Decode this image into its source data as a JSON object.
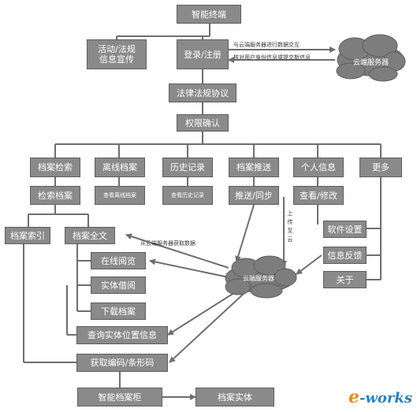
{
  "nodes": {
    "terminal": "智能终端",
    "promo": "活动/法规\n信息宣传",
    "login": "登录/注册",
    "cloud_top": "云端服务器",
    "agreement": "法律法规协议",
    "auth": "权限确认",
    "search": "档案检索",
    "offline": "离线档案",
    "history": "历史记录",
    "push": "档案推送",
    "personal": "个人信息",
    "more": "更多",
    "search_archive": "检索档案",
    "view_offline": "查看离线档案",
    "view_history": "查看历史记录",
    "push_sync": "推送/同步",
    "view_edit": "查看/修改",
    "index": "档案索引",
    "fulltext": "档案全文",
    "online": "在线阅览",
    "borrow": "实体借阅",
    "download": "下载档案",
    "settings": "软件设置",
    "feedback": "信息反馈",
    "about": "关于",
    "cloud_mid": "云端服务器",
    "location": "查询实体位置信息",
    "barcode": "获取编码/条形码",
    "cabinet": "智能档案柜",
    "entity": "档案实体"
  },
  "labels": {
    "interact": "与云端服务器进行数据交互",
    "verify": "核对用户身份信息或提交新信息",
    "from_cloud": "从云端服务器获取数据",
    "upload": [
      "上",
      "传",
      "至",
      "云"
    ]
  },
  "watermark": {
    "e": "e",
    "rest": "-works"
  },
  "colors": {
    "box": "#8a8a8a",
    "line": "#6e6e6e",
    "cloud": "#7d7d7d"
  }
}
